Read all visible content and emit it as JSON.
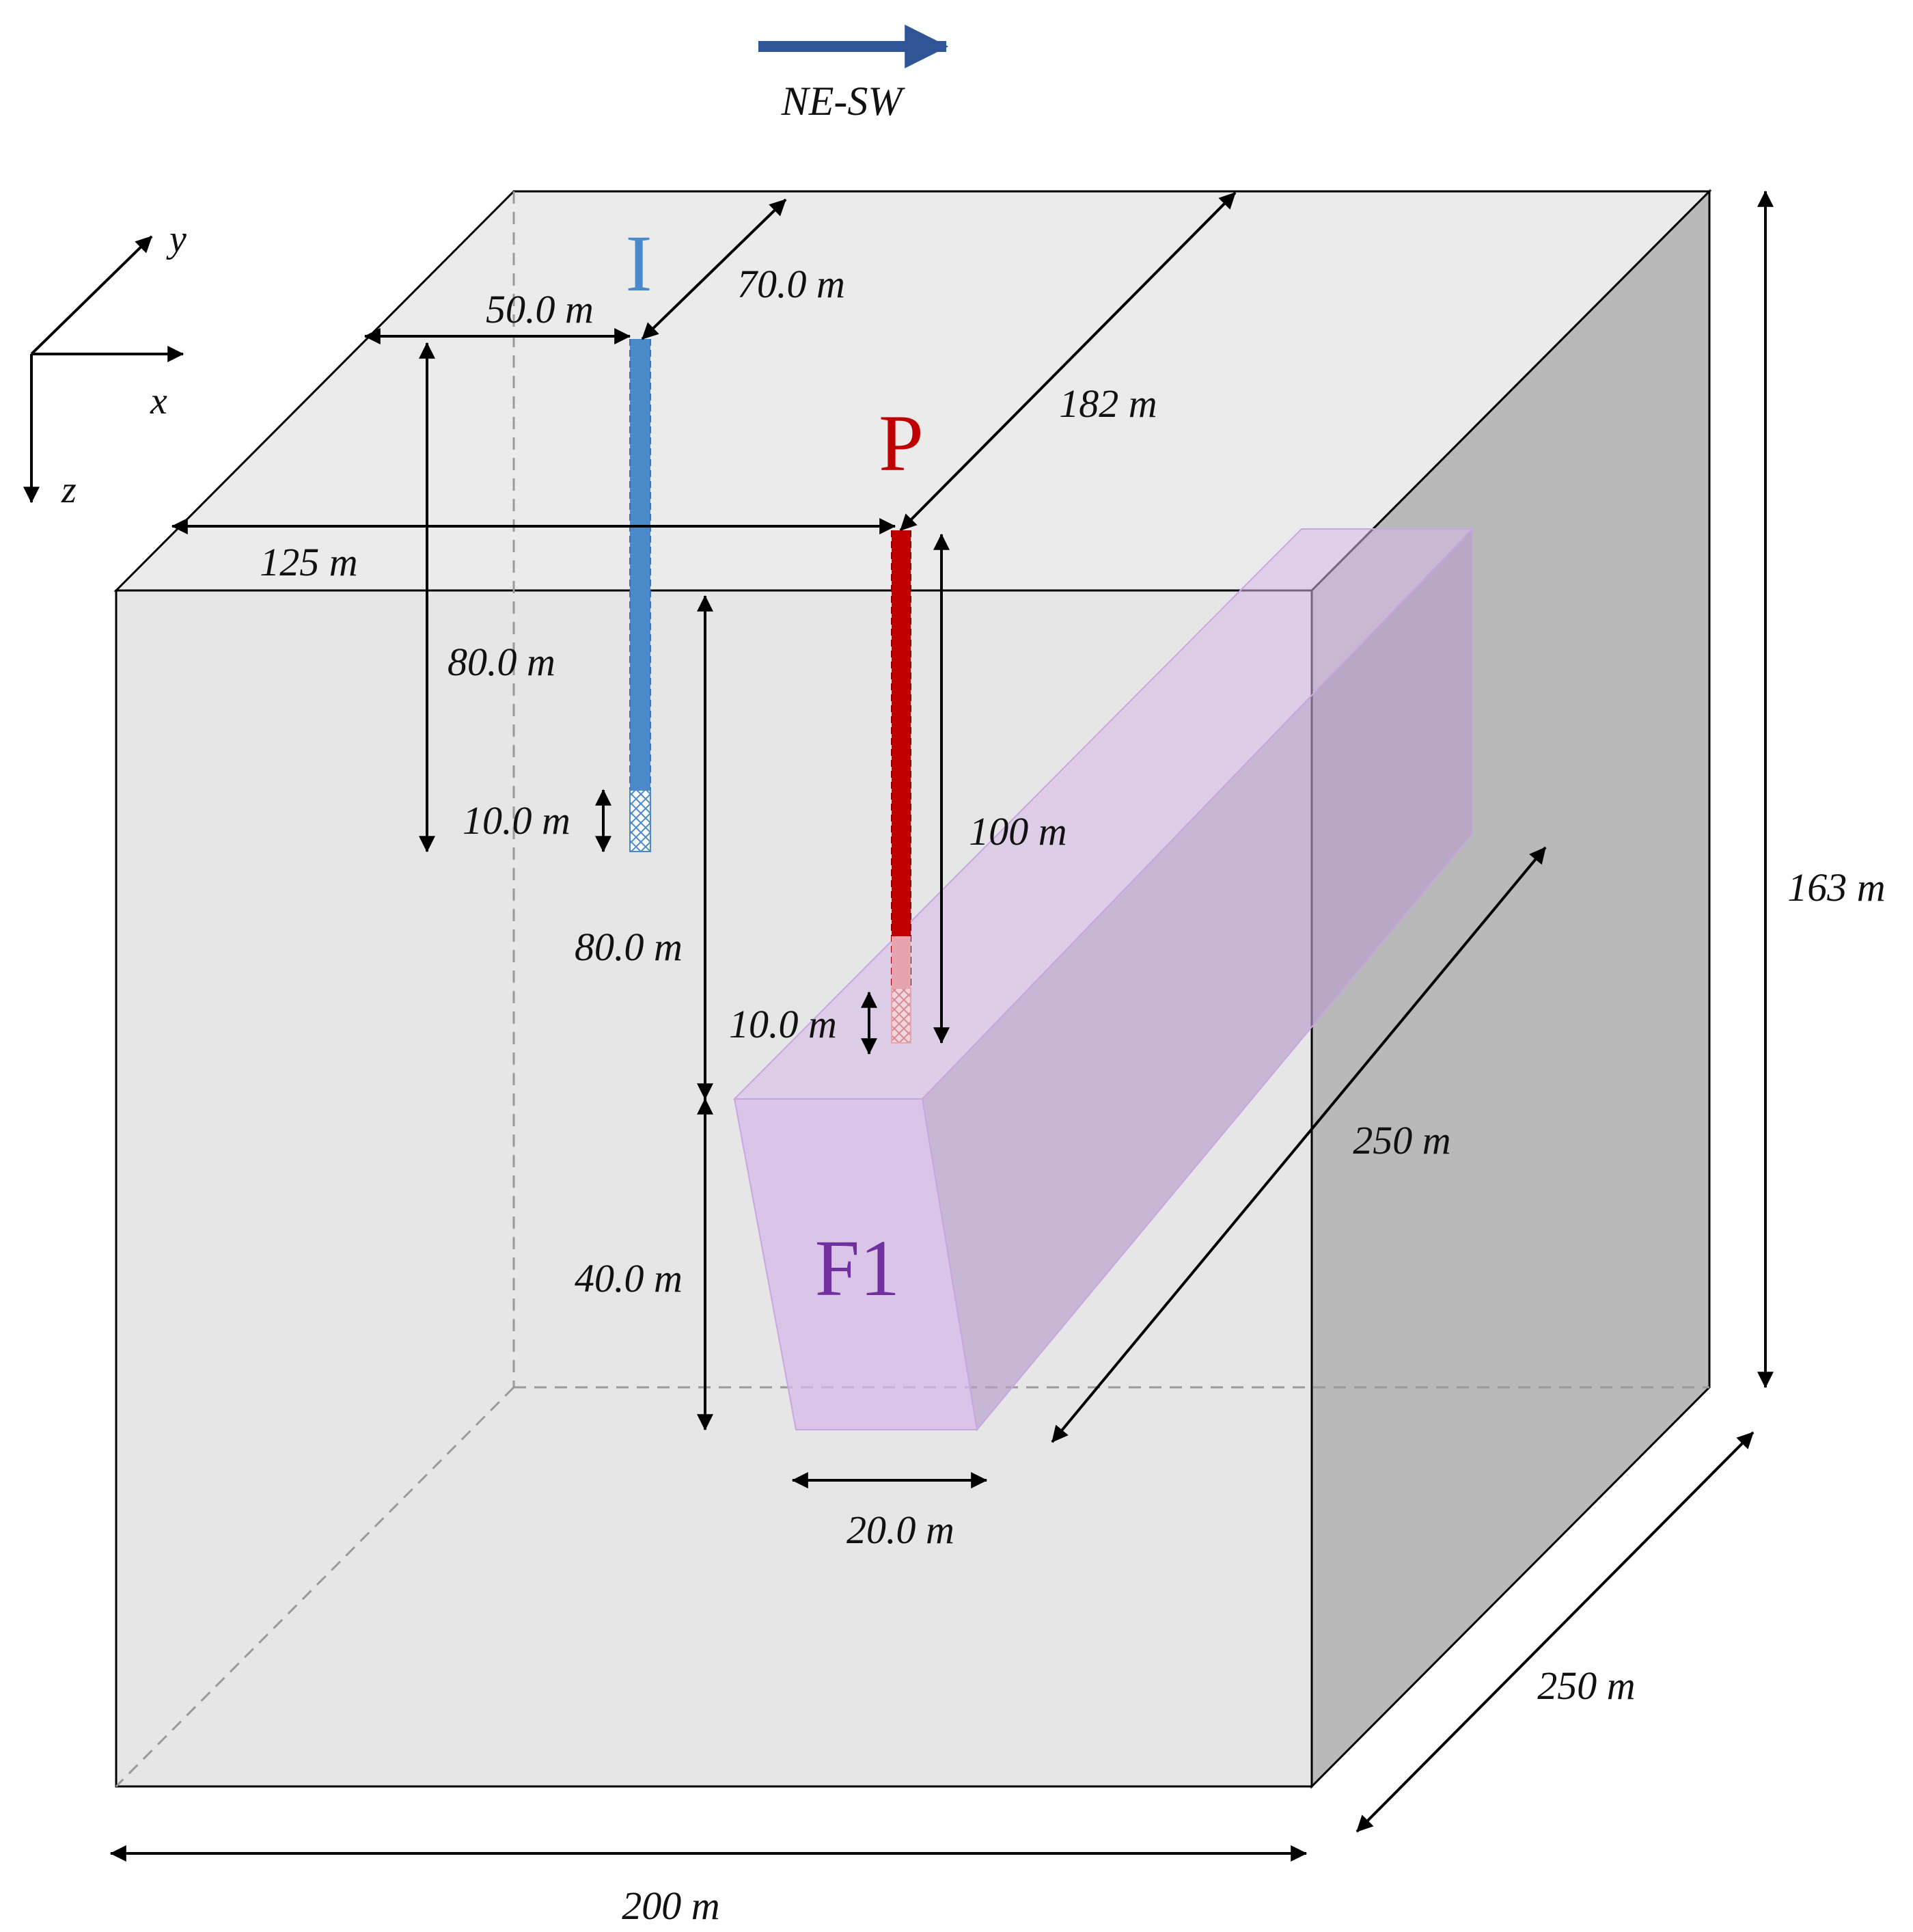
{
  "direction": {
    "label": "NE-SW",
    "arrow_color": "#2F5597"
  },
  "axes": {
    "x": "x",
    "y": "y",
    "z": "z"
  },
  "wells": {
    "injection": {
      "label": "I",
      "color": "#4A8ACB"
    },
    "production": {
      "label": "P",
      "color": "#C00000"
    }
  },
  "fault": {
    "label": "F1",
    "fill_color": "#D5B8E8",
    "label_color": "#7030A0"
  },
  "dimensions": {
    "i_x_offset": "50.0 m",
    "i_y_offset": "70.0 m",
    "p_y_offset": "182 m",
    "p_x_offset": "125 m",
    "i_depth": "80.0 m",
    "i_screen": "10.0 m",
    "p_depth": "100 m",
    "p_screen": "10.0 m",
    "fault_top_depth": "80.0 m",
    "fault_height": "40.0 m",
    "fault_width": "20.0 m",
    "fault_length": "250 m",
    "domain_x": "200 m",
    "domain_y": "250 m",
    "domain_z": "163 m"
  }
}
